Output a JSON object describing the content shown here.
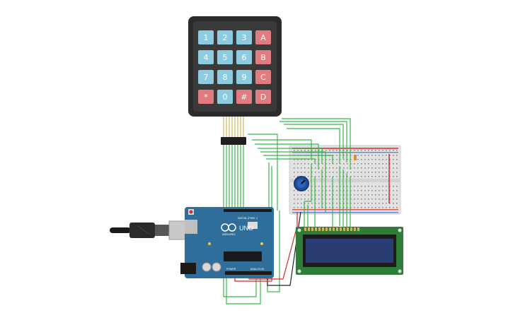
{
  "keypad": {
    "rows": [
      [
        "1",
        "2",
        "3",
        "A"
      ],
      [
        "4",
        "5",
        "6",
        "B"
      ],
      [
        "7",
        "8",
        "9",
        "C"
      ],
      [
        "*",
        "0",
        "#",
        "D"
      ]
    ],
    "colors": {
      "digit": "#8ccbe0",
      "letter": "#e07b80",
      "body": "#2b2b2b"
    }
  },
  "arduino": {
    "brand": "ARDUINO",
    "model": "UNO",
    "digital_label": "DIGITAL (PWM ~)",
    "power_label": "POWER",
    "analog_label": "ANALOG IN",
    "board_color": "#2f6e9a"
  },
  "lcd": {
    "board_color": "#2e7d3a",
    "screen_color": "#2a3d73"
  },
  "colors": {
    "wire_green": "#3bb54a",
    "wire_red": "#d62828",
    "wire_black": "#222222"
  }
}
